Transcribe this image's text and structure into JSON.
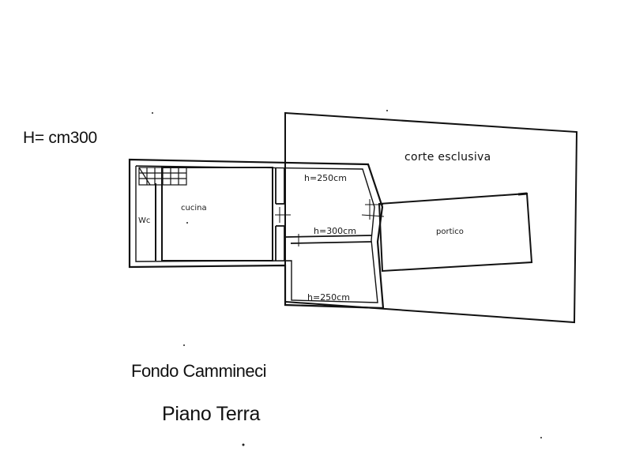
{
  "header": {
    "height_note": "H= cm300"
  },
  "plan": {
    "courtyard": "corte esclusiva",
    "kitchen": "cucina",
    "wc": "Wc",
    "porch": "portico",
    "room_upper_height": "h=250cm",
    "room_passage_height": "h=300cm",
    "room_lower_height": "h=250cm"
  },
  "caption": {
    "property": "Fondo Cammineci",
    "floor": "Piano Terra"
  },
  "colors": {
    "ink": "#111111",
    "background": "#ffffff"
  }
}
